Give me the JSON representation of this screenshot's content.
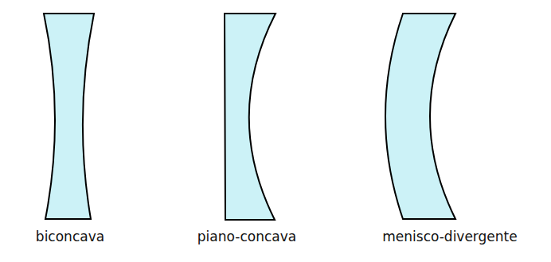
{
  "diagram": {
    "labels": [
      "biconcava",
      "piano-concava",
      "menisco-divergente"
    ]
  }
}
